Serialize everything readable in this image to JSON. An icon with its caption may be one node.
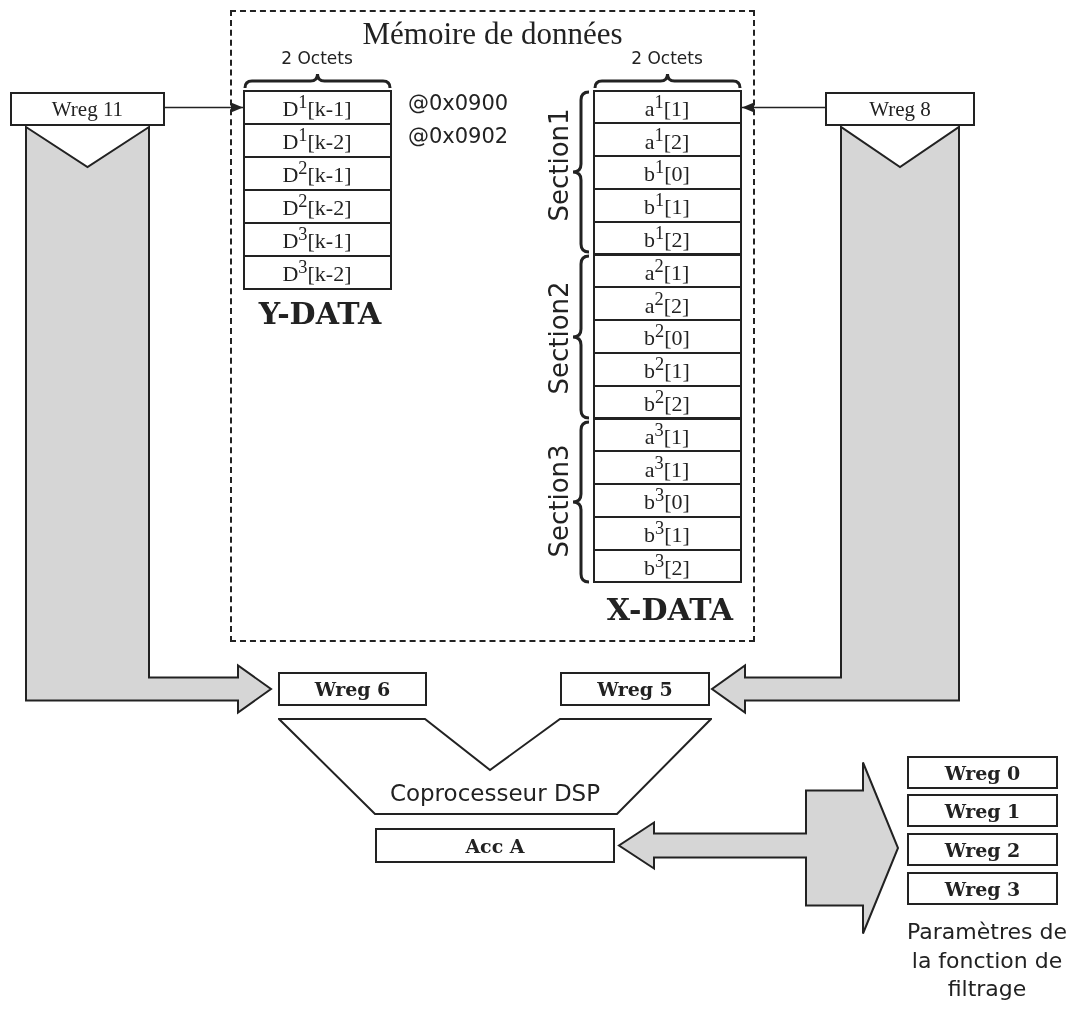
{
  "diagram": {
    "nodes": [
      {
        "text": [
          "Mémoire de données"
        ]
      },
      {
        "text": [
          "D$^{1}$[k-1]"
        ],
        "in": 0
      },
      {
        "text": [
          "D$^{1}$[k-2]"
        ],
        "in": 0
      },
      {
        "text": [
          "D$^{2}$[k-1]"
        ],
        "in": 0
      },
      {
        "text": [
          "D$^{2}$[k-2]"
        ],
        "in": 0
      },
      {
        "text": [
          "D$^{3}$[k-1]"
        ],
        "in": 0
      },
      {
        "text": [
          "D$^{3}$[k-2]"
        ],
        "in": 0
      },
      {
        "text": [
          "a$^{1}$[1]"
        ],
        "in": 0
      },
      {
        "text": [
          "a$^{1}$[2]"
        ],
        "in": 0
      },
      {
        "text": [
          "b$^{1}$[0]"
        ],
        "in": 0
      },
      {
        "text": [
          "b$^{1}$[1]"
        ],
        "in": 0
      },
      {
        "text": [
          "b$^{1}$[2]"
        ],
        "in": 0
      },
      {
        "text": [
          "a$^{2}$[1]"
        ],
        "in": 0
      },
      {
        "text": [
          "a$^{2}$[2]"
        ],
        "in": 0
      },
      {
        "text": [
          "b$^{2}$[0]"
        ],
        "in": 0
      },
      {
        "text": [
          "b$^{2}$[1]"
        ],
        "in": 0
      },
      {
        "text": [
          "b$^{2}$[2]"
        ],
        "in": 0
      },
      {
        "text": [
          "a$^{3}$[1]"
        ],
        "in": 0
      },
      {
        "text": [
          "a$^{3}$[1]"
        ],
        "in": 0
      },
      {
        "text": [
          "b$^{3}$[0]"
        ],
        "in": 0
      },
      {
        "text": [
          "b$^{3}$[1]"
        ],
        "in": 0
      },
      {
        "text": [
          "b$^{3}$[2]"
        ],
        "in": 0
      },
      {
        "text": [
          "Wreg 11"
        ]
      },
      {
        "text": [
          "Wreg 8"
        ]
      },
      {
        "text": [
          "Wreg 6"
        ]
      },
      {
        "text": [
          "Wreg 5"
        ]
      },
      {
        "text": [
          "Coprocesseur DSP"
        ]
      },
      {
        "text": [
          "Acc A"
        ]
      },
      {
        "text": [
          "Wreg 0"
        ]
      },
      {
        "text": [
          "Wreg 1"
        ]
      },
      {
        "text": [
          "Wreg 2"
        ]
      },
      {
        "text": [
          "Wreg 3"
        ]
      }
    ],
    "edges": [
      {
        "from": 22,
        "to": 1,
        "arrow": "to"
      },
      {
        "from": 23,
        "to": 7,
        "arrow": "to"
      },
      {
        "from": 22,
        "to": 24,
        "arrow": "to",
        "style": "thick"
      },
      {
        "from": 23,
        "to": 25,
        "arrow": "to",
        "style": "thick"
      },
      {
        "from": 27,
        "to": 28,
        "arrow": "both",
        "style": "thick"
      },
      {
        "from": 27,
        "to": 29,
        "arrow": "both",
        "style": "thick"
      },
      {
        "from": 27,
        "to": 30,
        "arrow": "both",
        "style": "thick"
      },
      {
        "from": 27,
        "to": 31,
        "arrow": "both",
        "style": "thick"
      }
    ],
    "labels": [
      "2 Octets",
      "2 Octets",
      "@0x0900",
      "@0x0902",
      "Y-DATA",
      "Section1",
      "Section2",
      "Section3",
      "X-DATA",
      "Paramètres de la fonction de filtrage"
    ]
  }
}
